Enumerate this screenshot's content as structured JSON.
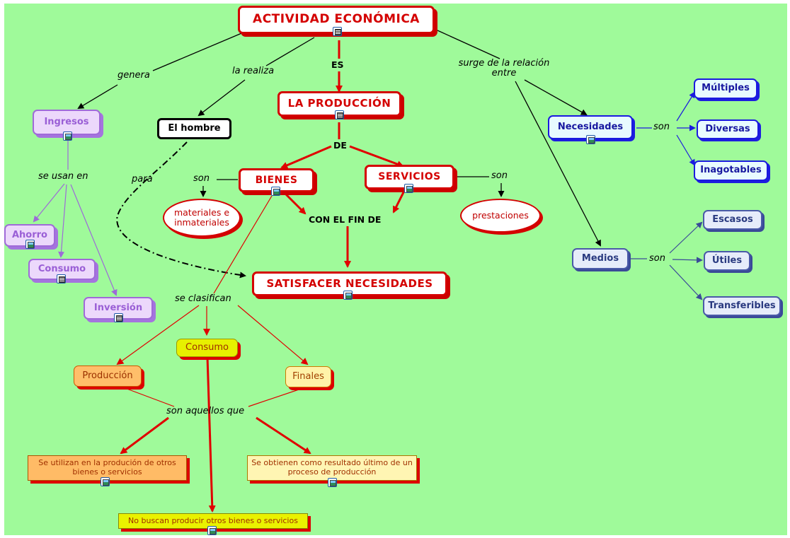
{
  "nodes": {
    "actividad": "ACTIVIDAD ECONÓMICA",
    "produccion_main": "LA PRODUCCIÓN",
    "bienes": "BIENES",
    "servicios": "SERVICIOS",
    "satisfacer": "SATISFACER NECESIDADES",
    "hombre": "El hombre",
    "ingresos": "Ingresos",
    "ahorro": "Ahorro",
    "consumo_purple": "Consumo",
    "inversion": "Inversión",
    "materiales": "materiales e inmateriales",
    "prestaciones": "prestaciones",
    "necesidades": "Necesidades",
    "multiples": "Múltiples",
    "diversas": "Diversas",
    "inagotables": "Inagotables",
    "medios": "Medios",
    "escasos": "Escasos",
    "utiles": "Útiles",
    "transferibles": "Transferibles",
    "consumo_lime": "Consumo",
    "produccion_orange": "Producción",
    "finales": "Finales",
    "desc_produccion": "Se utilizan en la produción de otros bienes o servicios",
    "desc_finales": "Se obtienen como resultado último de un proceso de producción",
    "desc_consumo": "No buscan producir otros bienes o servicios"
  },
  "labels": {
    "genera": "genera",
    "la_realiza": "la realiza",
    "es": "ES",
    "surge": "surge de la relación entre",
    "de": "DE",
    "se_usan_en": "se usan en",
    "para": "para",
    "son_bienes": "son",
    "son_servicios": "son",
    "con_el_fin_de": "CON EL FIN DE",
    "se_clasifican": "se clasifican",
    "son_aquellos_que": "son aquellos que",
    "son_necesidades": "son",
    "son_medios": "son"
  },
  "colors": {
    "background": "#9ffa9a",
    "red": "#d40000",
    "purple": "#a06ad8",
    "blue": "#1a1adf",
    "navy": "#4a5aa8"
  },
  "icons": {
    "resource_image": "image-resource-icon",
    "resource_doc": "document-resource-icon"
  }
}
